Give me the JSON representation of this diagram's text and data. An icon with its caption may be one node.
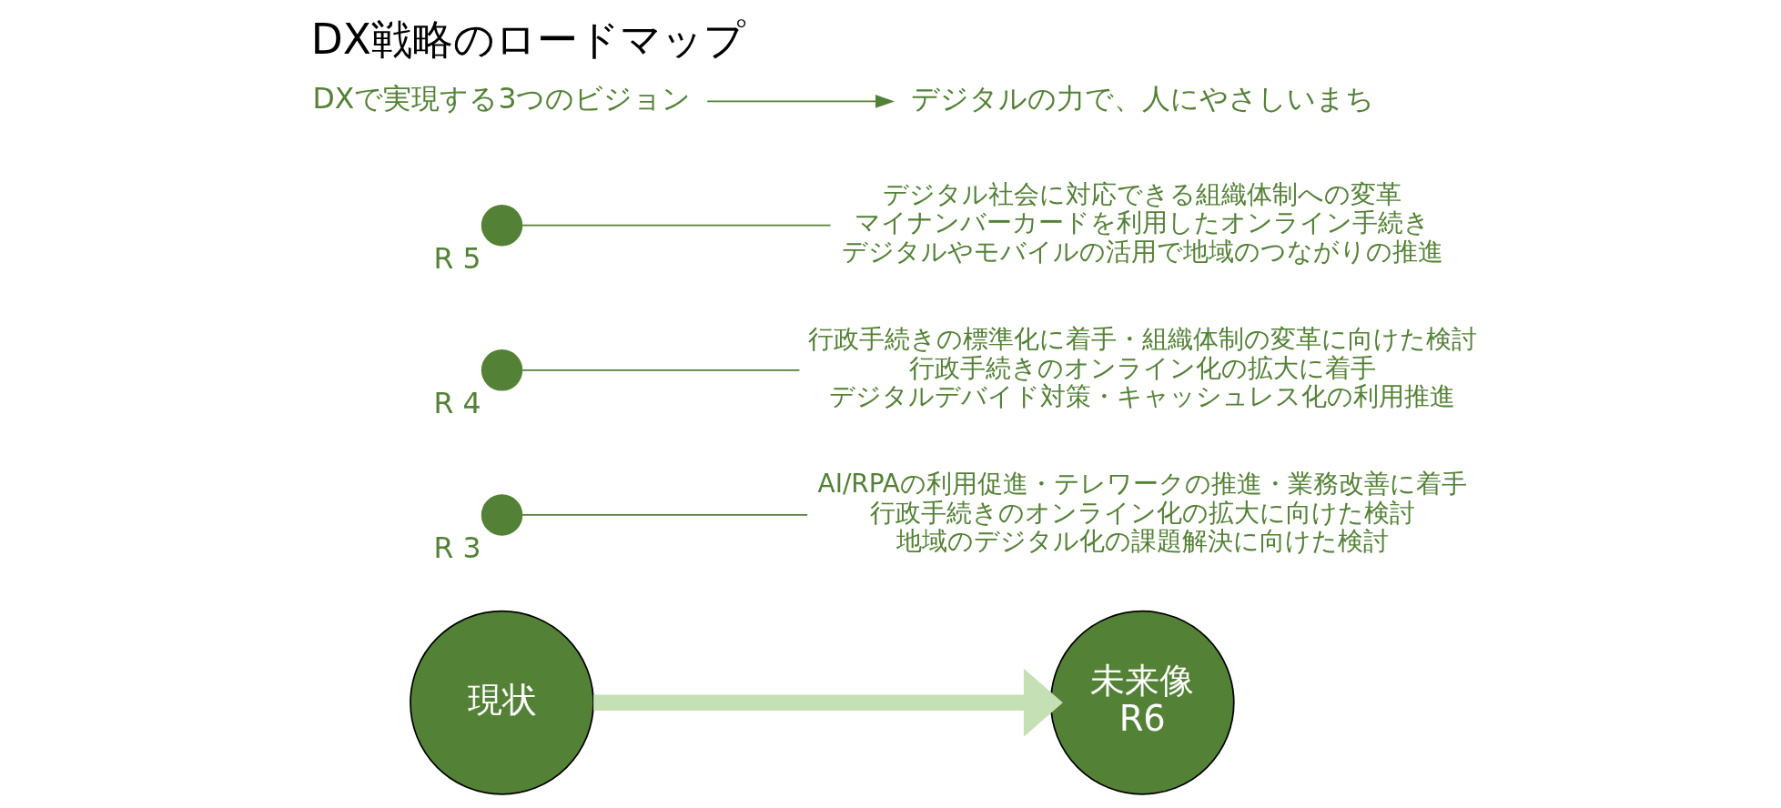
{
  "diagram": {
    "title": "DX戦略のロードマップ",
    "nodes": [
      {
        "text": [
          "現状"
        ]
      },
      {
        "text": [
          "未来像",
          "R6"
        ]
      },
      {
        "text": [],
        "shape": "circle",
        "beside": [
          "R 3"
        ]
      },
      {
        "text": [],
        "shape": "circle",
        "beside": [
          "R 4"
        ]
      },
      {
        "text": [],
        "shape": "circle",
        "beside": [
          "R 5"
        ]
      },
      {
        "text": [
          "AI/RPAの利用促進・テレワークの推進・業務改善に着手",
          "行政手続きのオンライン化の拡大に向けた検討",
          "地域のデジタル化の課題解決に向けた検討"
        ]
      },
      {
        "text": [
          "行政手続きの標準化に着手・組織体制の変革に向けた検討",
          "行政手続きのオンライン化の拡大に着手",
          "デジタルデバイド対策・キャッシュレス化の利用推進"
        ]
      },
      {
        "text": [
          "デジタル社会に対応できる組織体制への変革",
          "マイナンバーカードを利用したオンライン手続き",
          "デジタルやモバイルの活用で地域のつながりの推進"
        ]
      },
      {
        "text": [
          "DXで実現する3つのビジョン"
        ]
      },
      {
        "text": [
          "デジタルの力で、人にやさしいまち"
        ]
      }
    ],
    "edges": [
      {
        "from": 0,
        "to": 1,
        "arrow": "to",
        "style": "thick",
        "color": "#c5e0b4"
      },
      {
        "from": 2,
        "to": 5,
        "arrow": "none"
      },
      {
        "from": 3,
        "to": 6,
        "arrow": "none"
      },
      {
        "from": 4,
        "to": 7,
        "arrow": "none"
      },
      {
        "from": 8,
        "to": 9,
        "arrow": "to"
      }
    ]
  }
}
